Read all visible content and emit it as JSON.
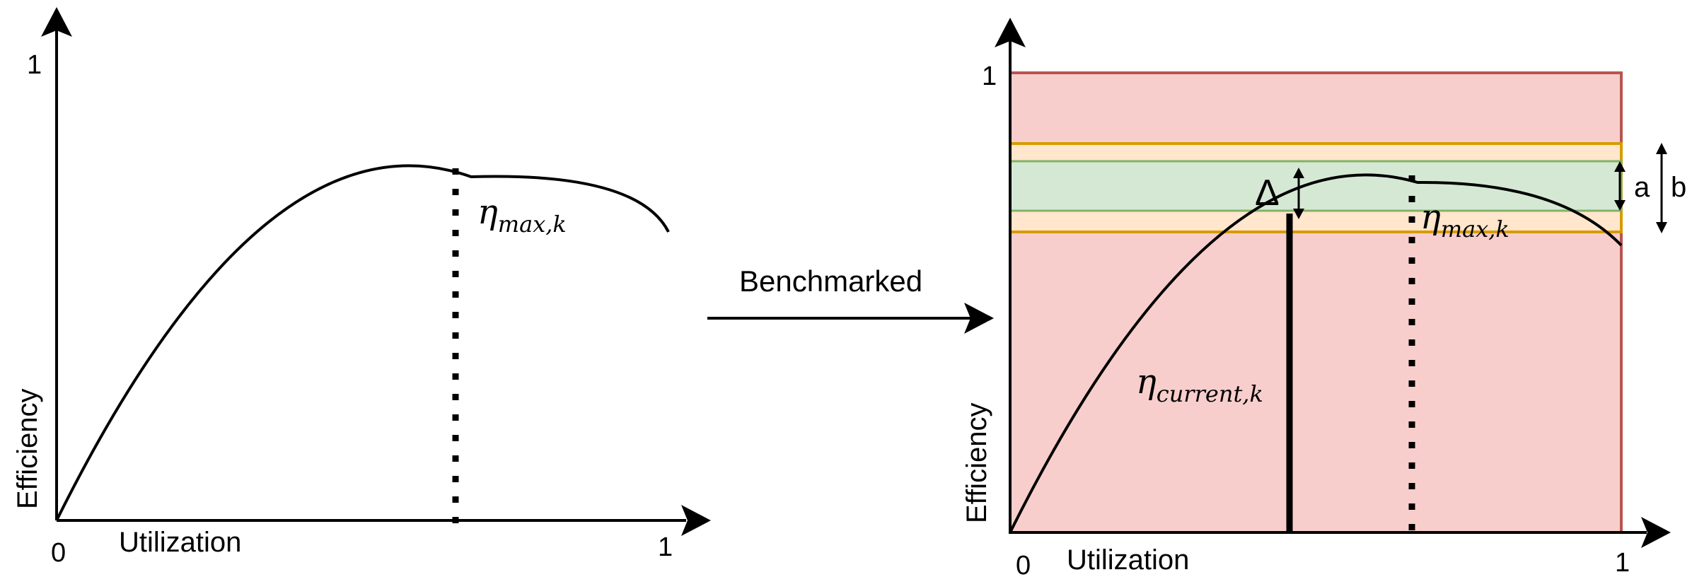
{
  "left_panel": {
    "y_axis_label": "Efficiency",
    "x_axis_label": "Utilization",
    "y_tick_top": "1",
    "origin_label": "0",
    "x_tick_right": "1",
    "eta_symbol": "η",
    "eta_subscript": "max,k"
  },
  "arrow_label": "Benchmarked",
  "right_panel": {
    "y_axis_label": "Efficiency",
    "x_axis_label": "Utilization",
    "y_tick_top": "1",
    "origin_label": "0",
    "x_tick_right": "1",
    "eta_max_symbol": "η",
    "eta_max_subscript": "max,k",
    "eta_current_symbol": "η",
    "eta_current_subscript": "current,k",
    "delta_label": "Δ",
    "band_a_label": "a",
    "band_b_label": "b"
  },
  "colors": {
    "red_fill": "#f8cecc",
    "red_stroke": "#b85450",
    "orange_fill": "#ffe6cc",
    "orange_stroke": "#d79b00",
    "green_fill": "#d5e8d4",
    "green_stroke": "#82b366",
    "line": "#000000"
  }
}
